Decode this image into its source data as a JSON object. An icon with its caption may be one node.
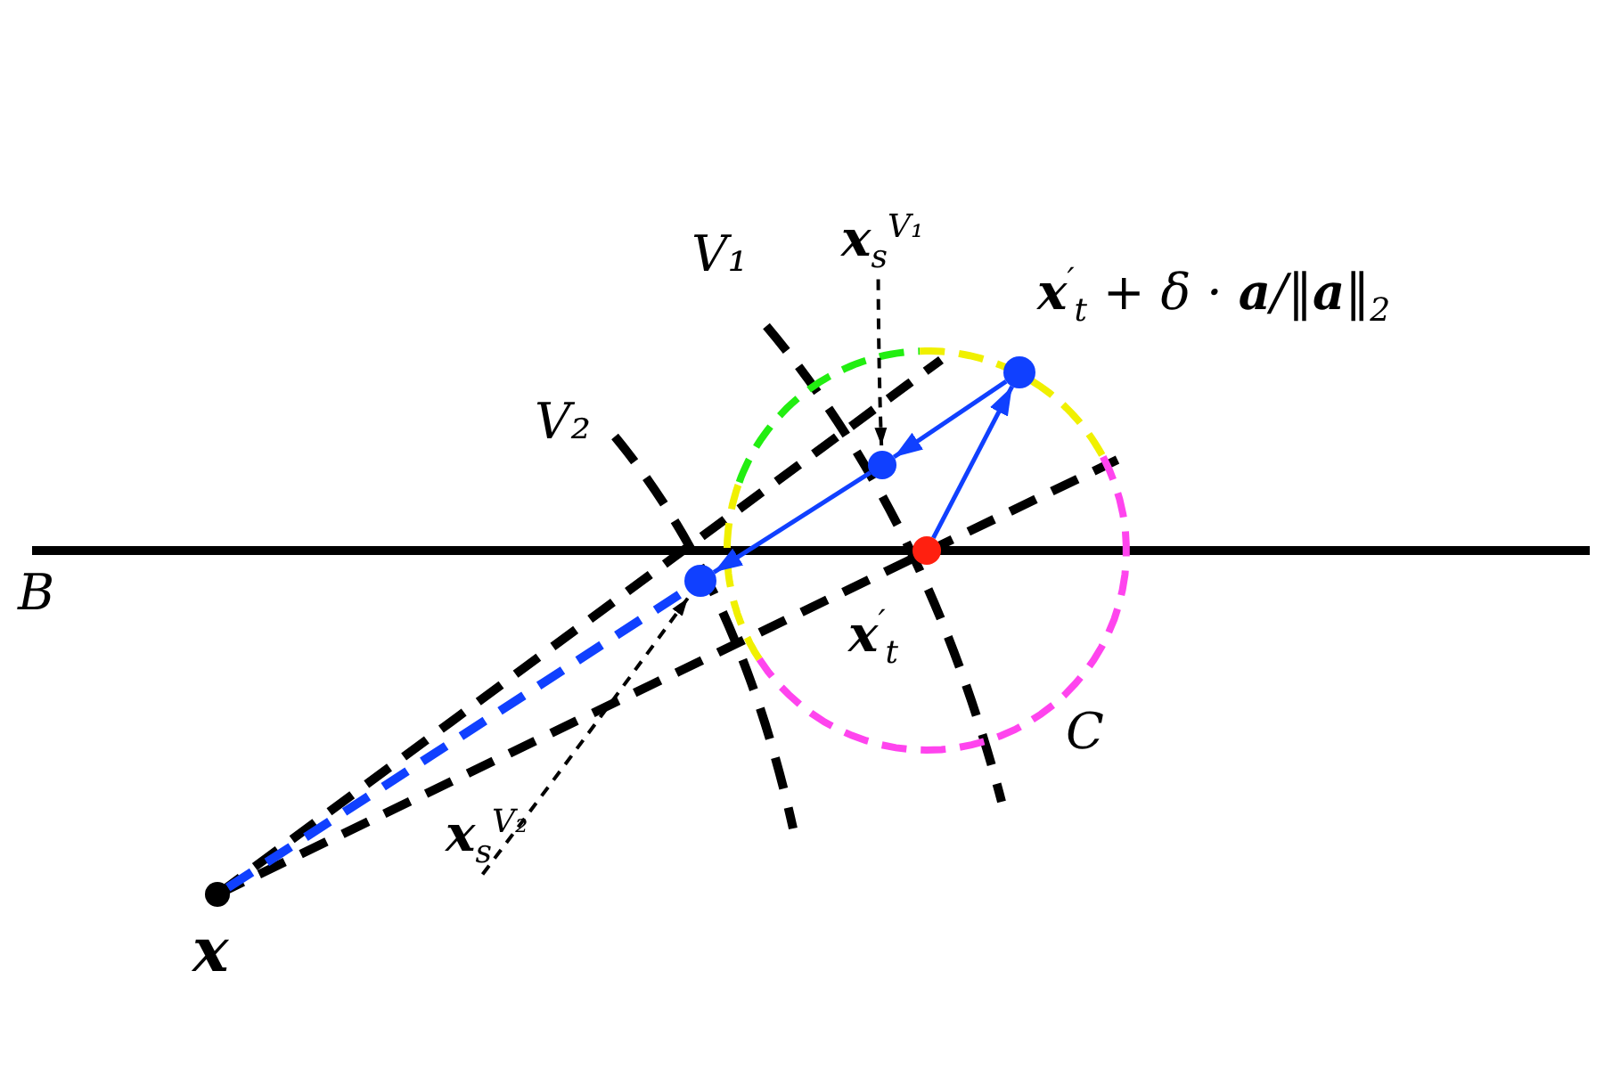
{
  "diagram": {
    "nodes": [
      {
        "text": [
          "x"
        ]
      },
      {
        "text": [
          "**x**$^{′}$$_{t}$"
        ]
      },
      {
        "text": [
          "**x**$^{′}$$_{t}$ + δ · **a**/‖**a**‖$_{2}$"
        ]
      },
      {
        "text": [],
        "shape": "circle"
      },
      {
        "text": [],
        "shape": "circle"
      },
      {
        "text": [
          "**x**$_{s}$$^{V₁}$"
        ]
      },
      {
        "text": [
          "**x**$_{s}$$^{V₂}$"
        ]
      }
    ],
    "edges": [
      {
        "from": 1,
        "to": 2,
        "arrow": "to"
      },
      {
        "from": 2,
        "to": 3,
        "arrow": "to"
      },
      {
        "from": 3,
        "to": 4,
        "arrow": "to"
      },
      {
        "from": 0,
        "to": 4,
        "arrow": "none",
        "style": "dashed"
      },
      {
        "from": 5,
        "to": 3,
        "arrow": "to",
        "style": "dashed",
        "color": "#000000"
      },
      {
        "from": 6,
        "to": 4,
        "arrow": "to",
        "style": "dashed",
        "color": "#000000"
      }
    ],
    "labels": [
      "V₁",
      "V₂",
      "B",
      "C"
    ]
  }
}
